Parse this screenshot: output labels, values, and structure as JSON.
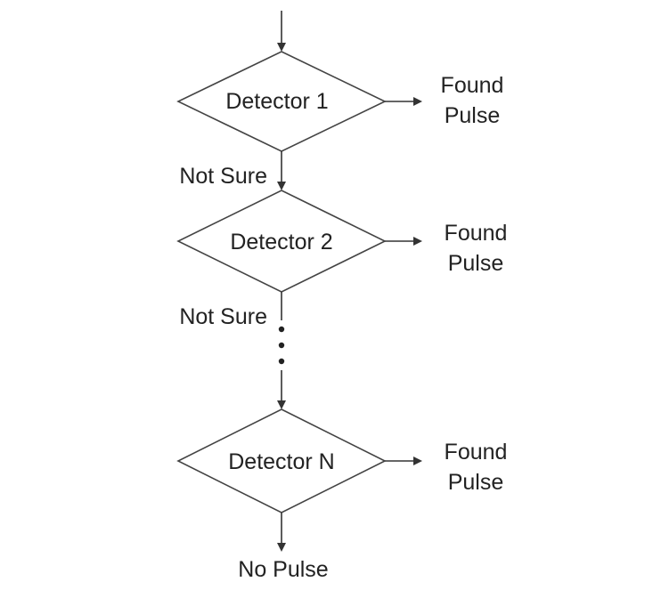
{
  "diagram": {
    "detectors": [
      {
        "label": "Detector 1",
        "result_line1": "Found",
        "result_line2": "Pulse"
      },
      {
        "label": "Detector 2",
        "result_line1": "Found",
        "result_line2": "Pulse"
      },
      {
        "label": "Detector N",
        "result_line1": "Found",
        "result_line2": "Pulse"
      }
    ],
    "edge_labels": {
      "not_sure_1": "Not Sure",
      "not_sure_2": "Not Sure"
    },
    "end_label": "No Pulse"
  }
}
